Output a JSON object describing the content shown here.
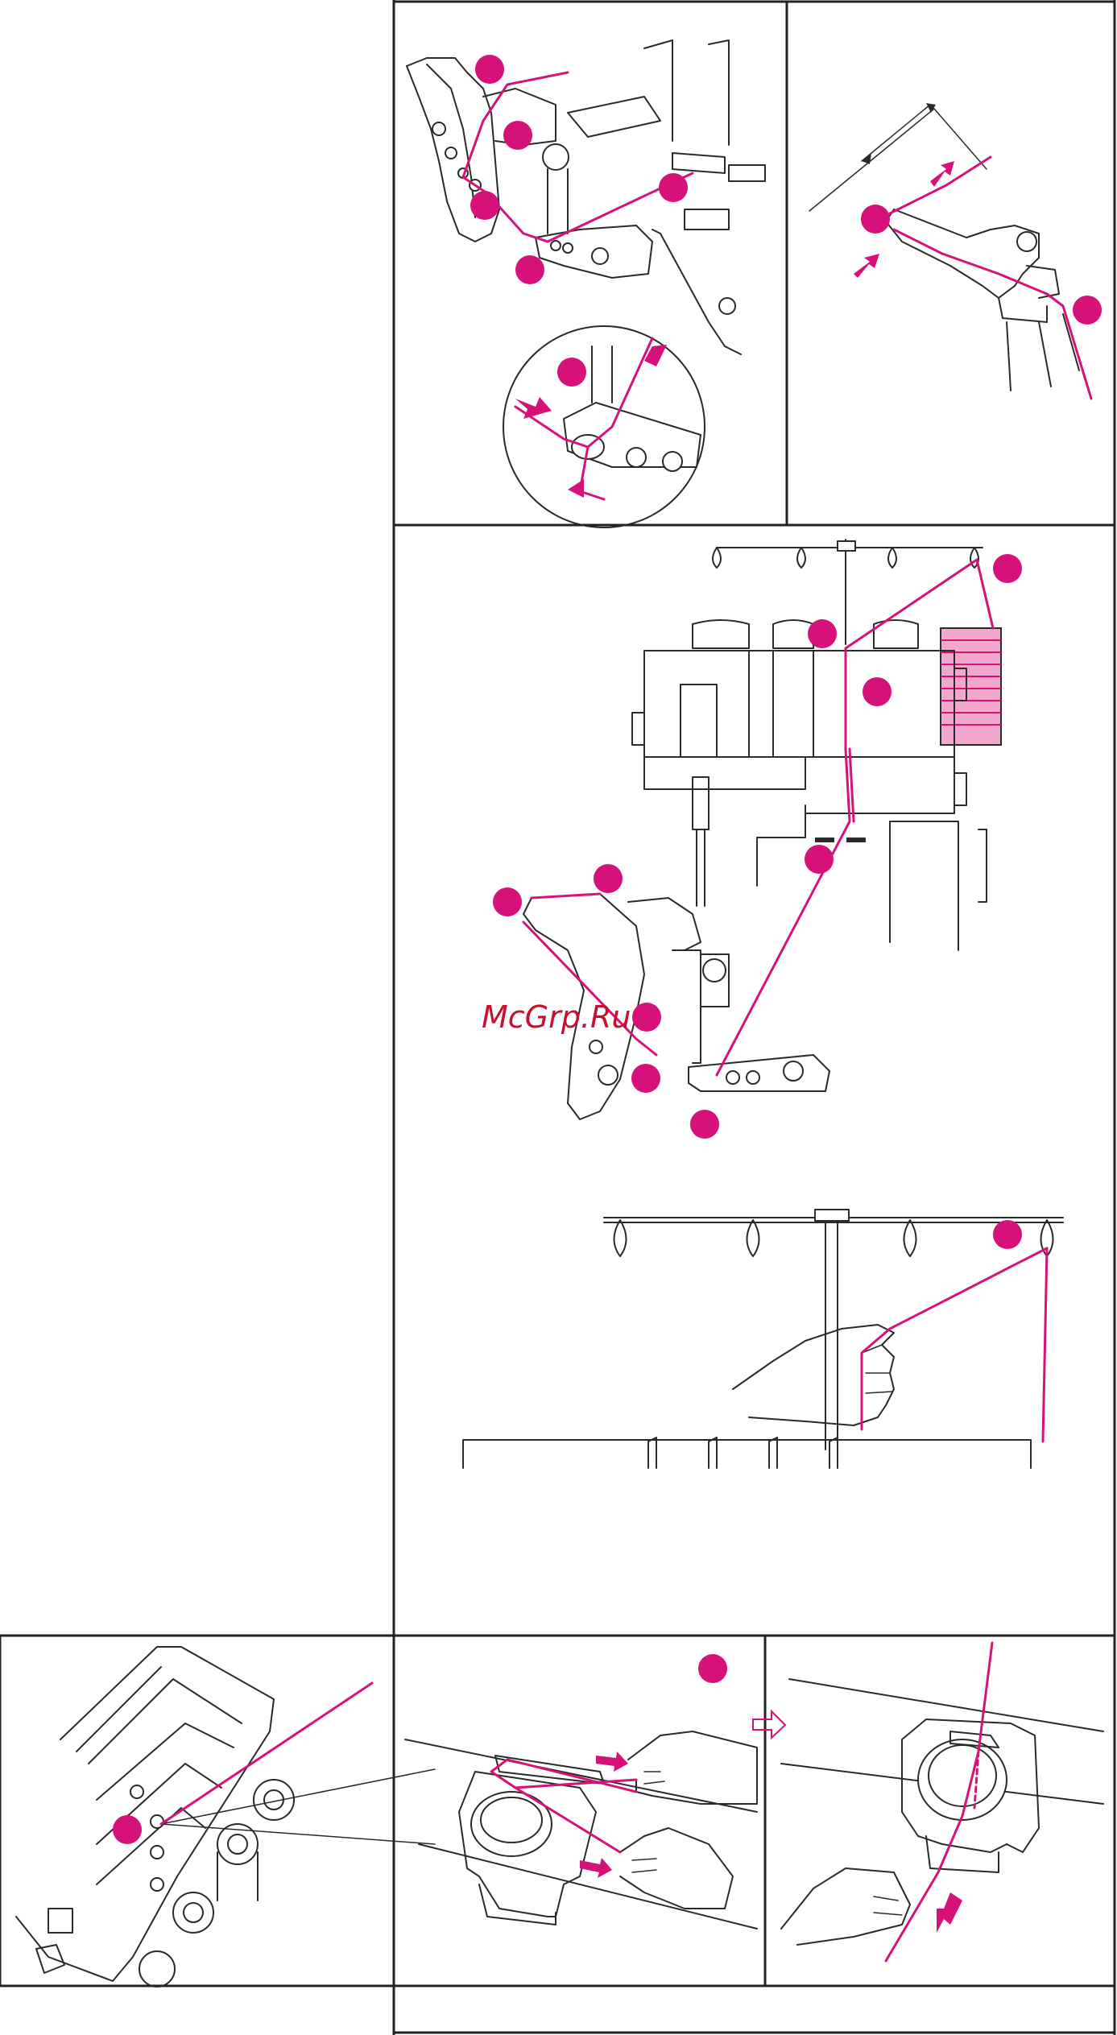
{
  "watermark": {
    "text": "McGrp.Ru",
    "color": "#c8102e"
  },
  "colors": {
    "thread": "#d6127a",
    "line_art": "#2a2a2a",
    "background": "#ffffff"
  },
  "panels": [
    {
      "id": "top-left",
      "content": "looper-threading-diagram-with-inset"
    },
    {
      "id": "top-right",
      "content": "thread-guide-length-detail"
    },
    {
      "id": "middle",
      "content": "machine-overview-and-thread-stand"
    },
    {
      "id": "bottom-left",
      "content": "machine-top-view-tension-dials"
    },
    {
      "id": "bottom-middle",
      "content": "hands-threading-tension-disc"
    },
    {
      "id": "bottom-right",
      "content": "pulling-thread-through-tension-disc"
    }
  ]
}
